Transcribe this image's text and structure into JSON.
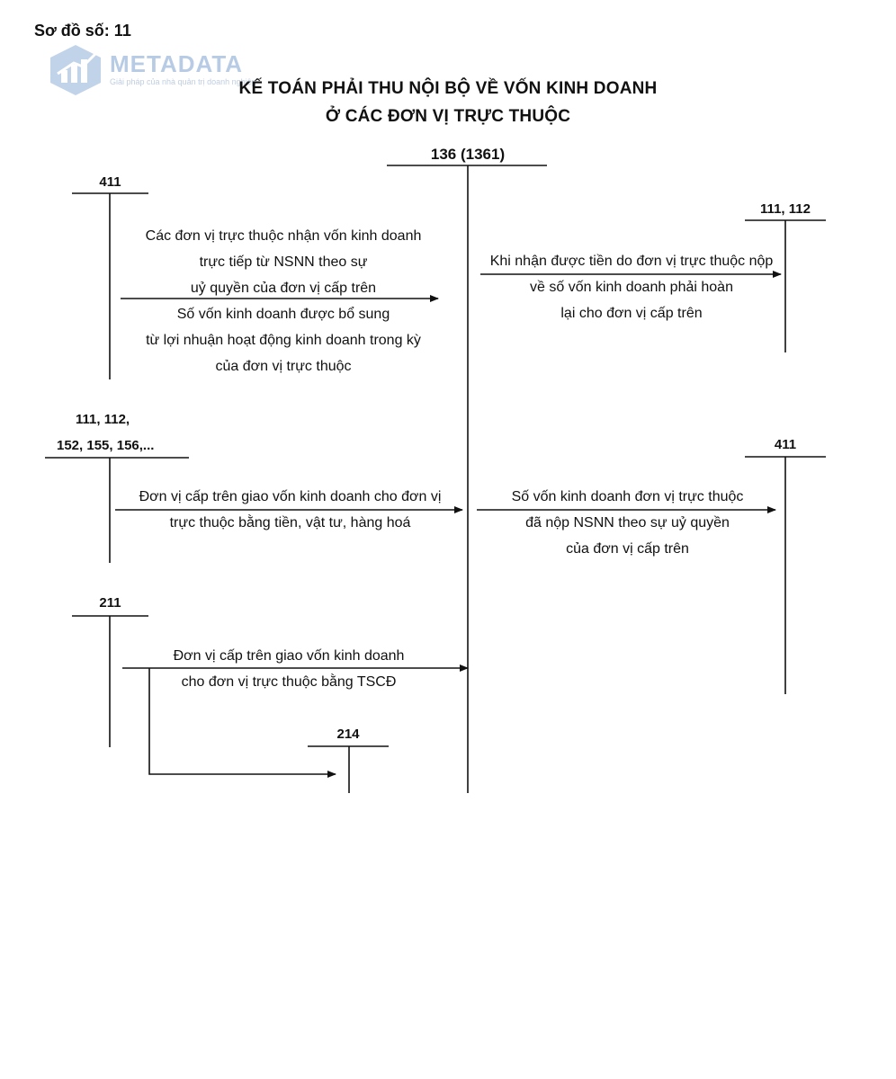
{
  "header": {
    "diagram_number": "Sơ đồ số: 11",
    "title_line1": "KẾ TOÁN PHẢI THU NỘI BỘ VỀ VỐN KINH DOANH",
    "title_line2": "Ở CÁC ĐƠN VỊ TRỰC THUỘC"
  },
  "watermark": {
    "brand": "METADATA",
    "tagline": "Giải pháp của nhà quản trị doanh nghiệp"
  },
  "accounts": {
    "center": "136 (1361)",
    "a411_top": "411",
    "a111_112_right": "111, 112",
    "a111_152_line1": "111, 112,",
    "a111_152_line2": "152, 155, 156,...",
    "a411_right": "411",
    "a211": "211",
    "a214": "214"
  },
  "flows": {
    "f1_l1": "Các đơn vị trực thuộc nhận vốn kinh doanh",
    "f1_l2": "trực tiếp từ NSNN theo sự",
    "f1_l3": "uỷ quyền của đơn vị cấp trên",
    "f1_l4": "Số vốn kinh doanh được bổ sung",
    "f1_l5": "từ lợi nhuận hoạt động kinh doanh trong kỳ",
    "f1_l6": "của đơn vị trực thuộc",
    "f2_l1": "Khi nhận được tiền do đơn vị trực thuộc nộp",
    "f2_l2": "về số vốn kinh doanh phải hoàn",
    "f2_l3": "lại cho đơn vị cấp trên",
    "f3_l1": "Đơn vị cấp trên giao vốn kinh doanh cho đơn vị",
    "f3_l2": "trực thuộc bằng tiền, vật tư, hàng hoá",
    "f4_l1": "Số vốn kinh doanh đơn vị trực thuộc",
    "f4_l2": "đã nộp NSNN theo sự uỷ quyền",
    "f4_l3": "của đơn vị cấp trên",
    "f5_l1": "Đơn vị cấp trên giao vốn kinh doanh",
    "f5_l2": "cho đơn vị trực thuộc bằng TSCĐ"
  }
}
